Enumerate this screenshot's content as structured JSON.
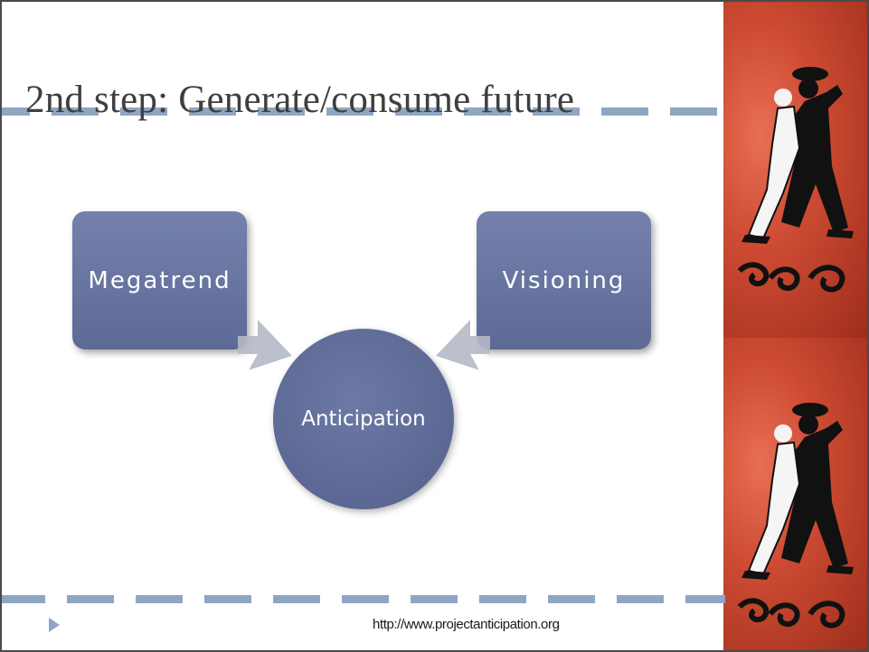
{
  "slide": {
    "title": "2nd step: Generate/consume future",
    "footer_url": "http://www.projectanticipation.org"
  },
  "diagram": {
    "left_box": "Megatrend",
    "right_box": "Visioning",
    "center_circle": "Anticipation"
  },
  "colors": {
    "shape_fill": "#66739f",
    "dash_color": "#8fa6c2",
    "side_panel_red": "#cc4a32",
    "title_text": "#3f3f3f"
  },
  "icons": {
    "side_art": "tango-dancers-icon",
    "nav": "play-icon"
  }
}
